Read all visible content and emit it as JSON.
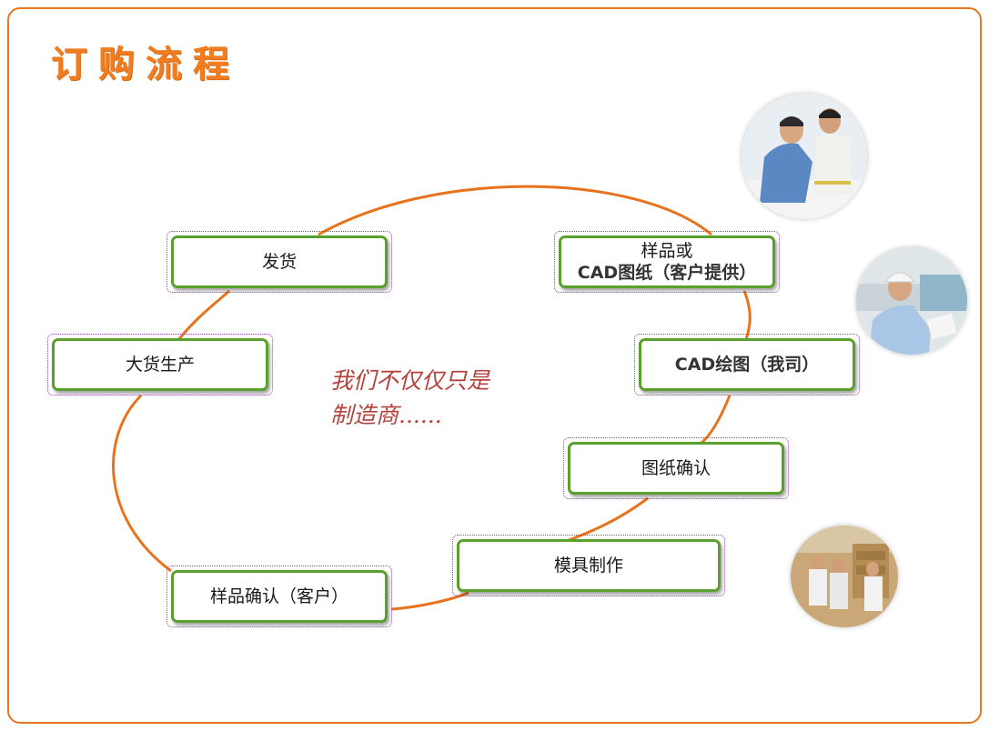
{
  "title": "订购流程",
  "slogan": {
    "line1": "我们不仅仅只是",
    "line2": "制造商......"
  },
  "steps": {
    "fahuo": "发货",
    "yangpin_line1": "样品或",
    "yangpin_line2": "CAD图纸（客户提供）",
    "dahuo": "大货生产",
    "cad_huitu": "CAD绘图（我司）",
    "tuzhi_queren": "图纸确认",
    "muju_zhizuo": "模具制作",
    "yangpin_queren": "样品确认（客户）"
  },
  "colors": {
    "accent": "#f07d22",
    "connector": "#e8731f",
    "box_border": "#5aa02c",
    "slogan": "#b5423c"
  },
  "photos": [
    "photo-engineers-at-desk",
    "photo-engineer-with-hardhat",
    "photo-warehouse-team"
  ]
}
